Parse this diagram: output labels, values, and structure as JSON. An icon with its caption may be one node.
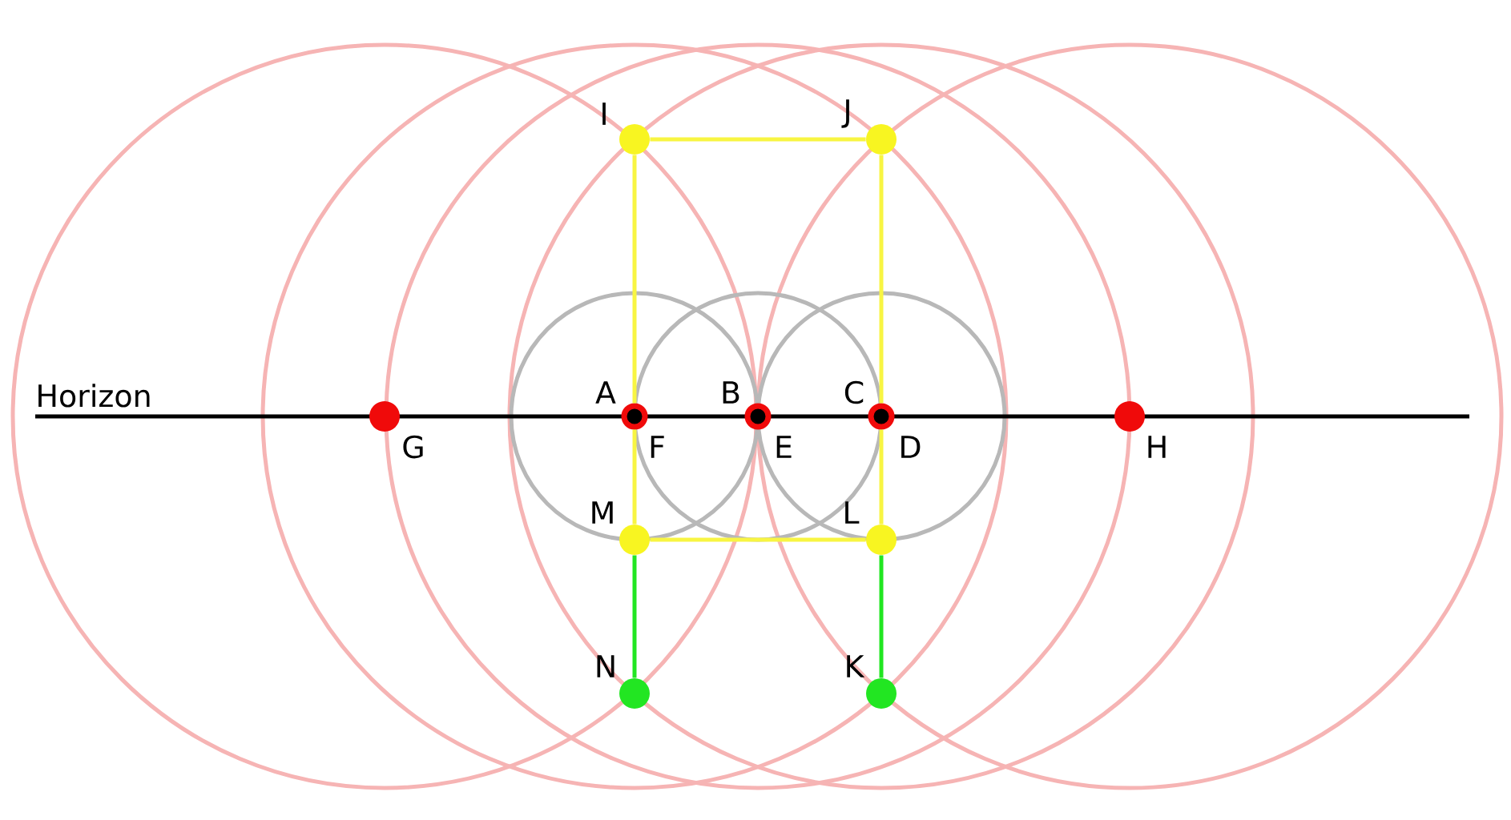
{
  "diagram": {
    "nodes": [
      {
        "text": [
          "I"
        ]
      },
      {
        "text": [
          "J"
        ]
      },
      {
        "text": [
          "G"
        ]
      },
      {
        "text": [
          "A",
          "F"
        ]
      },
      {
        "text": [
          "B",
          "E"
        ]
      },
      {
        "text": [
          "C",
          "D"
        ]
      },
      {
        "text": [
          "H"
        ]
      },
      {
        "text": [
          "M"
        ]
      },
      {
        "text": [
          "L"
        ]
      },
      {
        "text": [
          "N"
        ]
      },
      {
        "text": [
          "K"
        ]
      }
    ],
    "edges": [
      {
        "from": 0,
        "to": 1,
        "arrow": "none"
      },
      {
        "from": 0,
        "to": 3,
        "arrow": "none"
      },
      {
        "from": 3,
        "to": 7,
        "arrow": "none"
      },
      {
        "from": 1,
        "to": 5,
        "arrow": "none"
      },
      {
        "from": 5,
        "to": 8,
        "arrow": "none"
      },
      {
        "from": 7,
        "to": 8,
        "arrow": "none"
      },
      {
        "from": 7,
        "to": 9,
        "arrow": "none",
        "color": "#22e622"
      },
      {
        "from": 8,
        "to": 10,
        "arrow": "none",
        "color": "#22e622"
      }
    ],
    "labels": [
      "Horizon"
    ]
  }
}
